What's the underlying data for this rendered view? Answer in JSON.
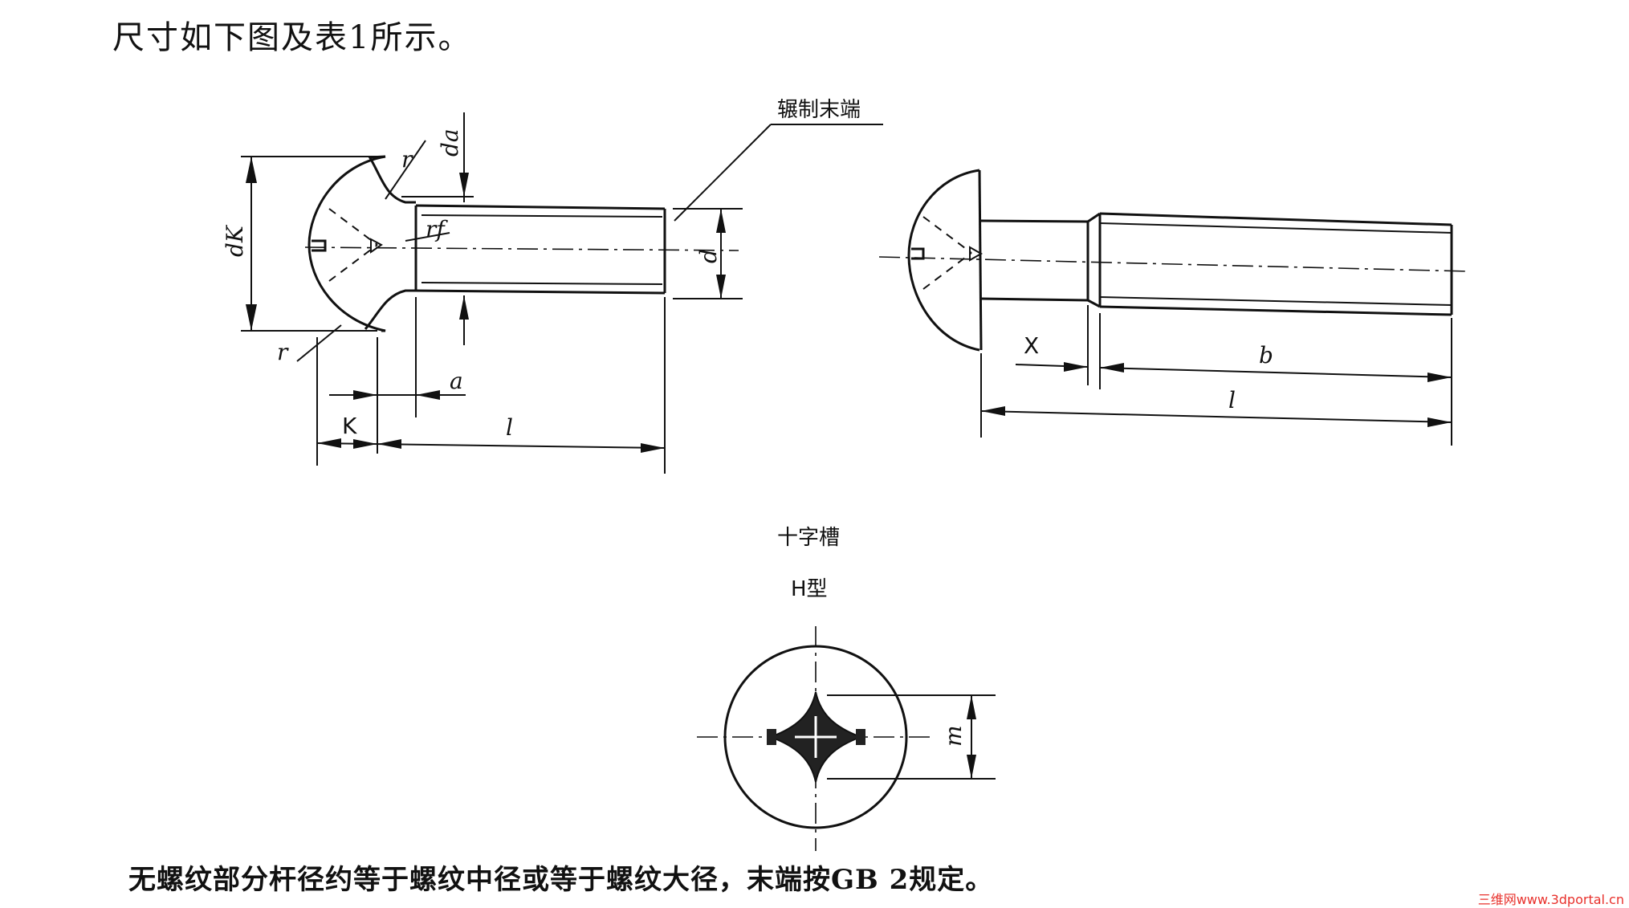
{
  "header": {
    "intro_text": "尺寸如下图及表1所示。"
  },
  "figure_left": {
    "labels": {
      "dk": "dK",
      "r_top": "r",
      "da": "da",
      "rf": "rf",
      "d": "d",
      "r_bottom": "r",
      "a": "a",
      "K": "K",
      "l": "l",
      "callout": "辗制末端"
    }
  },
  "figure_right": {
    "labels": {
      "x": "X",
      "b": "b",
      "l": "l"
    }
  },
  "figure_cross": {
    "caption_slot": "十字槽",
    "caption_type": "H型",
    "labels": {
      "m": "m"
    }
  },
  "footer": {
    "note_text": "无螺纹部分杆径约等于螺纹中径或等于螺纹大径，末端按GB 2规定。"
  },
  "watermark": {
    "text": "三维网www.3dportal.cn",
    "color": "#e8302b"
  }
}
